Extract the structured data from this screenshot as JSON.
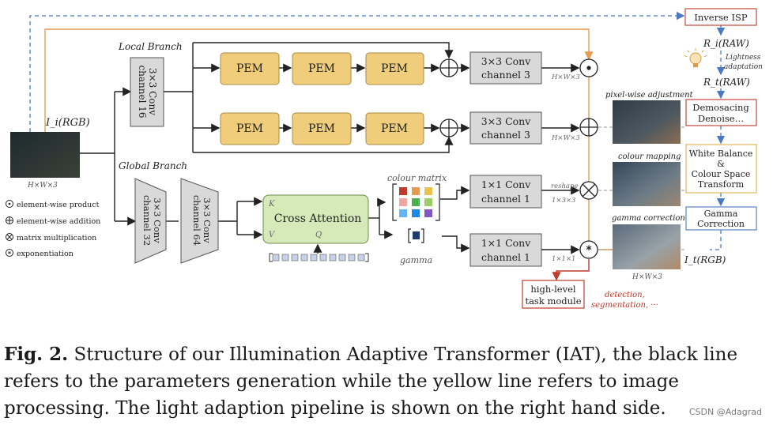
{
  "diagram": {
    "input_label": "I_i(RGB)",
    "input_dims": "H×W×3",
    "local_branch": {
      "title": "Local Branch",
      "conv": [
        "3×3 Conv",
        "channel 16"
      ],
      "pem": "PEM",
      "conv_out": [
        "3×3 Conv",
        "channel 3"
      ],
      "dims": "H×W×3"
    },
    "global_branch": {
      "title": "Global Branch",
      "conv32": [
        "3×3 Conv",
        "channel 32"
      ],
      "conv64": [
        "3×3 Conv",
        "channel 64"
      ],
      "attention": "Cross Attention",
      "k": "K",
      "v": "V",
      "q": "Q",
      "colour_matrix": "colour matrix",
      "gamma": "gamma",
      "conv1x1": [
        "1×1 Conv",
        "channel 1"
      ],
      "reshape": "reshape",
      "dims_matrix": "1×3×3",
      "dims_gamma": "1×1×1"
    },
    "legend": [
      {
        "symbol": "⊙",
        "text": "element-wise product"
      },
      {
        "symbol": "⊕",
        "text": "element-wise addition"
      },
      {
        "symbol": "⊗",
        "text": "matrix multiplication"
      },
      {
        "symbol": "⊛",
        "text": "exponentiation"
      }
    ],
    "highlevel": [
      "high-level",
      "task module"
    ],
    "highlevel_tasks": "detection, segmentation, ···",
    "right": {
      "inverse_isp": "Inverse ISP",
      "raw_i": "R_i(RAW)",
      "lightness": [
        "Lightness",
        "adaptation"
      ],
      "raw_t": "R_t(RAW)",
      "demosaic": [
        "Demosacing",
        "Denoise…"
      ],
      "white_balance": [
        "White Balance",
        "&",
        "Colour Space",
        "Transform"
      ],
      "gamma_corr": [
        "Gamma",
        "Correction"
      ],
      "pixel_label": "pixel-wise adjustment",
      "colour_label": "colour mapping",
      "gamma_label": "gamma correction",
      "output_label": "I_t(RGB)",
      "output_dims": "H×W×3"
    },
    "colors": {
      "pem_fill": "#efcd7a",
      "conv_fill": "#d9d9d9",
      "attention_fill": "#d6eab9",
      "arrow_orange": "#e89a4f",
      "dash_blue": "#4a78c4",
      "red": "#c0392b"
    }
  },
  "caption": {
    "prefix": "Fig. 2.",
    "text": " Structure of our Illumination Adaptive Transformer (IAT), the black line refers to the parameters generation while the yellow line refers to image processing. The light adaption pipeline is shown on the right hand side."
  },
  "watermark": "CSDN @Adagrad"
}
